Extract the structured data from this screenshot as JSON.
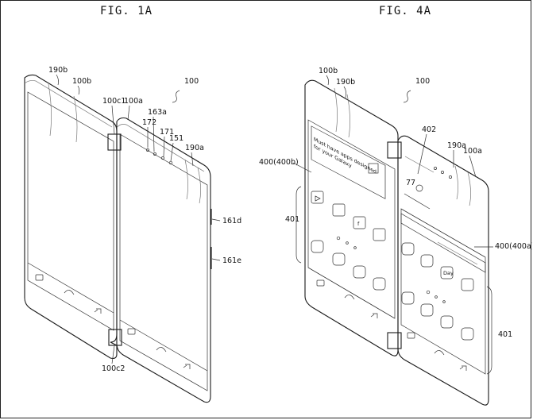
{
  "figures": {
    "left": {
      "title": "FIG. 1A",
      "labels": {
        "device": "100",
        "fold_left": "190b",
        "body_left": "100b",
        "hinge_top": "100c1",
        "body_right": "100a",
        "r163a": "163a",
        "r172": "172",
        "r171": "171",
        "r151": "151",
        "fold_right": "190a",
        "side1": "161d",
        "side2": "161e",
        "hinge_bottom": "100c2"
      }
    },
    "right": {
      "title": "FIG. 4A",
      "labels": {
        "body_left": "100b",
        "fold_left": "190b",
        "device": "100",
        "r402": "402",
        "fold_right": "190a",
        "body_right": "100a",
        "display_left": "400(400b)",
        "group_left": "401",
        "display_right": "400(400a)",
        "group_right": "401"
      },
      "screen": {
        "banner_line1": "Must have apps designed",
        "banner_line2": "for your Galaxy",
        "widget_temp": "77",
        "app_day": "Day"
      }
    }
  }
}
